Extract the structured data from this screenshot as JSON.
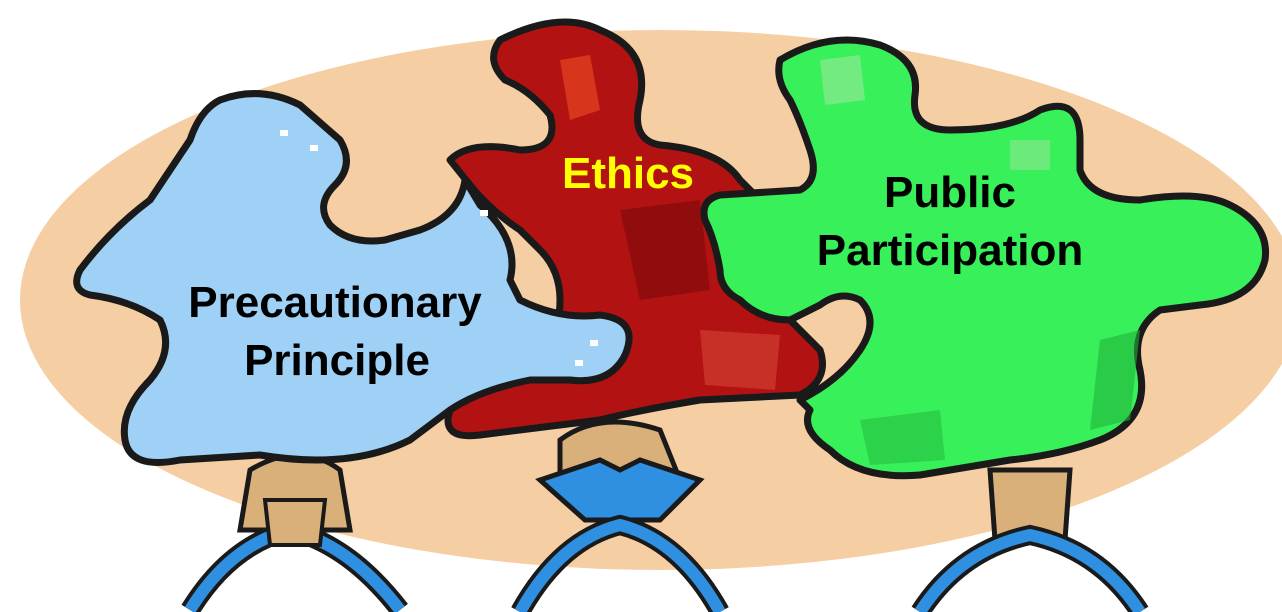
{
  "labels": {
    "precautionary_line1": "Precautionary",
    "precautionary_line2": "Principle",
    "ethics": "Ethics",
    "public_line1": "Public",
    "public_line2": "Participation"
  },
  "colors": {
    "background_oval": "#F5CFA3",
    "blue_piece": "#9FD0F5",
    "red_piece": "#B31212",
    "green_piece": "#38F05A",
    "outline": "#1A1A1A",
    "ethics_text": "#FFFF00",
    "label_text": "#000000",
    "figure_shirt": "#2F8FE0",
    "figure_skin": "#D9B07A"
  },
  "icons": {
    "left_figure": "person-holding-piece-icon",
    "center_figure": "person-holding-piece-icon",
    "right_figure": "person-holding-piece-icon"
  }
}
